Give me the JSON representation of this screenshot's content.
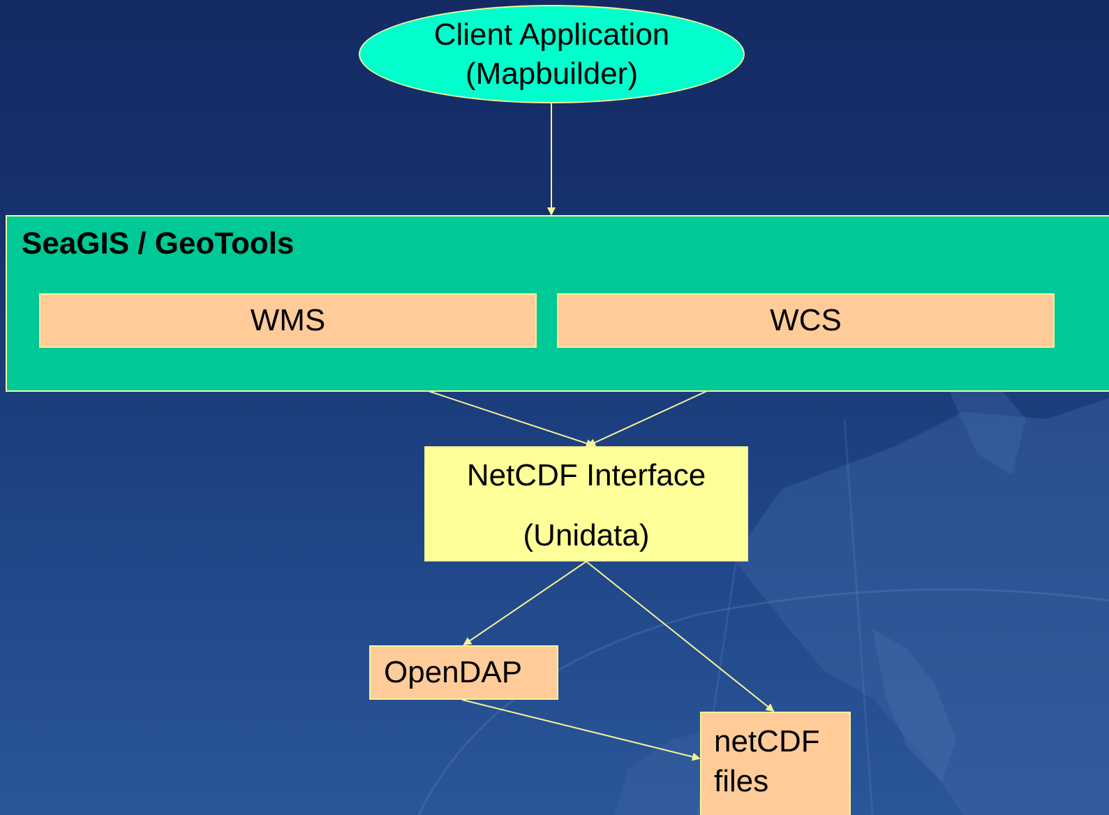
{
  "diagram": {
    "client": {
      "line1": "Client Application",
      "line2": "(Mapbuilder)"
    },
    "container": {
      "title": "SeaGIS / GeoTools",
      "services": [
        {
          "label": "WMS"
        },
        {
          "label": "WCS"
        }
      ]
    },
    "netcdf_interface": {
      "line1": "NetCDF Interface",
      "line2": "(Unidata)"
    },
    "opendap": {
      "label": "OpenDAP"
    },
    "netcdf_files": {
      "line1": "netCDF",
      "line2": "files"
    },
    "colors": {
      "background": "#17336f",
      "client_fill": "#00ffcc",
      "container_fill": "#00c896",
      "service_fill": "#ffcc99",
      "interface_fill": "#ffff99",
      "connector": "#f5f39a"
    }
  }
}
